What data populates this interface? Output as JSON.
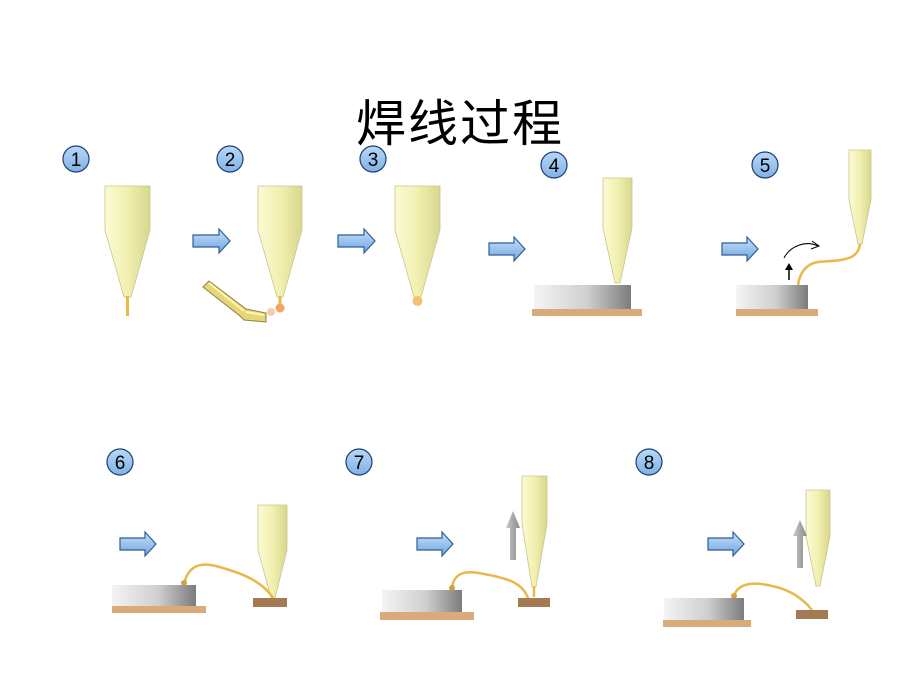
{
  "title": "焊线过程",
  "steps": [
    {
      "number": "1"
    },
    {
      "number": "2"
    },
    {
      "number": "3"
    },
    {
      "number": "4"
    },
    {
      "number": "5"
    },
    {
      "number": "6"
    },
    {
      "number": "7"
    },
    {
      "number": "8"
    }
  ],
  "colors": {
    "capillary": "#f3f2b6",
    "capillary_edge": "#c8c68a",
    "wire": "#e8b84a",
    "ball": "#f0b060",
    "arrow_fill": "#8cc0f0",
    "arrow_stroke": "#2f5e94",
    "badge_fill": "#8fbff0",
    "die_light": "#eeeeee",
    "die_dark": "#8a8a8a",
    "substrate": "#d9ab7b",
    "lead": "#a57a52",
    "up_arrow": "#9a9a9a",
    "torch": "#e0d070"
  }
}
